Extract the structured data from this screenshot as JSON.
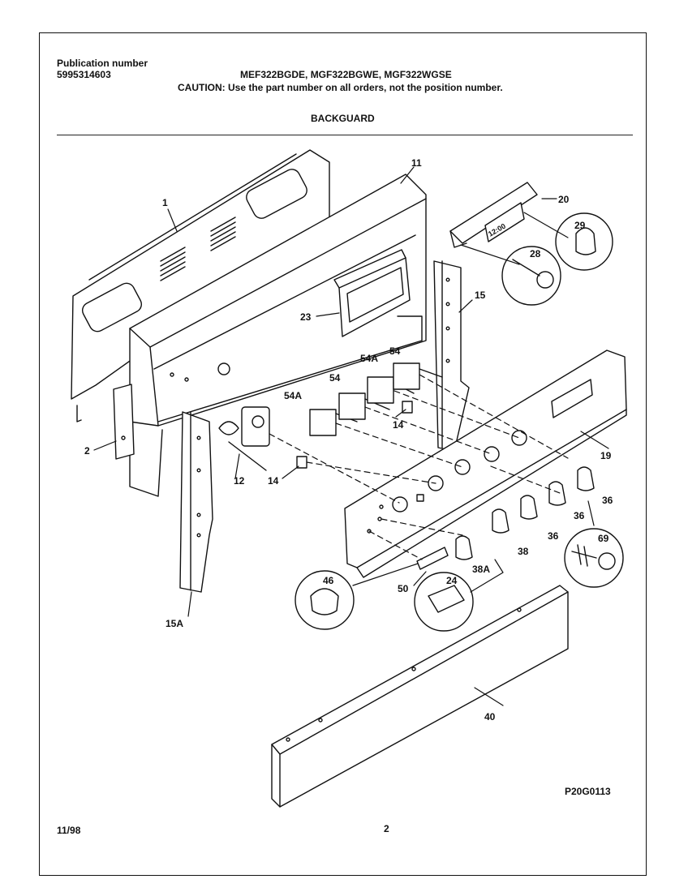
{
  "header": {
    "publication_label": "Publication number",
    "publication_number": "5995314603",
    "models": "MEF322BGDE, MGF322BGWE, MGF322WGSE",
    "caution": "CAUTION:  Use the part number on all orders, not the position number.",
    "section_title": "BACKGUARD"
  },
  "diagram": {
    "clock_text": "12:00",
    "callouts": [
      "1",
      "11",
      "20",
      "29",
      "28",
      "23",
      "15",
      "54A",
      "54",
      "54",
      "54A",
      "14",
      "2",
      "12",
      "14",
      "19",
      "36",
      "36",
      "36",
      "69",
      "38",
      "46",
      "50",
      "24",
      "38A",
      "15A",
      "40"
    ],
    "figure_code": "P20G0113"
  },
  "footer": {
    "date": "11/98",
    "page_number": "2"
  }
}
